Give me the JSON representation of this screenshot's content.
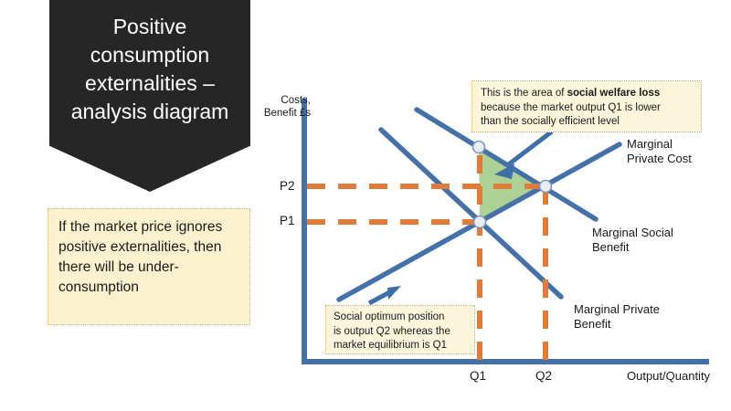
{
  "title_banner": {
    "text": "Positive consumption externalities – analysis diagram"
  },
  "left_callout": {
    "text": "If the market price ignores positive externalities, then there will be under-consumption"
  },
  "top_callout": {
    "line1_prefix": "This is the area of ",
    "line1_bold": "social welfare loss",
    "line2": "because the market output Q1 is lower",
    "line3": "than the socially efficient level"
  },
  "bottom_callout": {
    "line1": "Social optimum position",
    "line2": "is output Q2 whereas the",
    "line3": "market equilibrium is Q1"
  },
  "chart_data": {
    "type": "line",
    "title": "Positive consumption externalities – analysis diagram",
    "xlabel": "Output/Quantity",
    "ylabel": "Costs, Benefit £s",
    "grid": false,
    "legend": "inline-curve-labels",
    "axis_color": "#4472A8",
    "series": [
      {
        "name": "Marginal Private Cost",
        "label": "Marginal\nPrivate Cost",
        "color": "#4472A8",
        "slope": "upward",
        "x": [
          371,
          678
        ],
        "y": [
          328,
          158
        ]
      },
      {
        "name": "Marginal Social Benefit",
        "label": "Marginal Social\nBenefit",
        "color": "#4472A8",
        "slope": "downward",
        "x": [
          456,
          652
        ],
        "y": [
          120,
          240
        ]
      },
      {
        "name": "Marginal Private Benefit",
        "label": "Marginal Private\nBenefit",
        "color": "#4472A8",
        "slope": "downward",
        "x": [
          417,
          614
        ],
        "y": [
          142,
          325
        ]
      }
    ],
    "price_levels": [
      {
        "label": "P2",
        "y": 204
      },
      {
        "label": "P1",
        "y": 243
      }
    ],
    "quantity_levels": [
      {
        "label": "Q1",
        "x": 525
      },
      {
        "label": "Q2",
        "x": 597
      }
    ],
    "equilibria": [
      {
        "name": "market-equilibrium",
        "x": 525,
        "y": 243,
        "at": "Q1,P1"
      },
      {
        "name": "social-optimum",
        "x": 597,
        "y": 204,
        "at": "Q2,P2"
      },
      {
        "name": "msb-at-q1",
        "x": 524,
        "y": 161,
        "at": "Q1,MSB"
      }
    ],
    "welfare_loss_area": {
      "name": "social welfare loss triangle",
      "fill": "#A9CE8E",
      "vertices": [
        [
          524,
          161
        ],
        [
          597,
          204
        ],
        [
          525,
          243
        ]
      ]
    }
  }
}
